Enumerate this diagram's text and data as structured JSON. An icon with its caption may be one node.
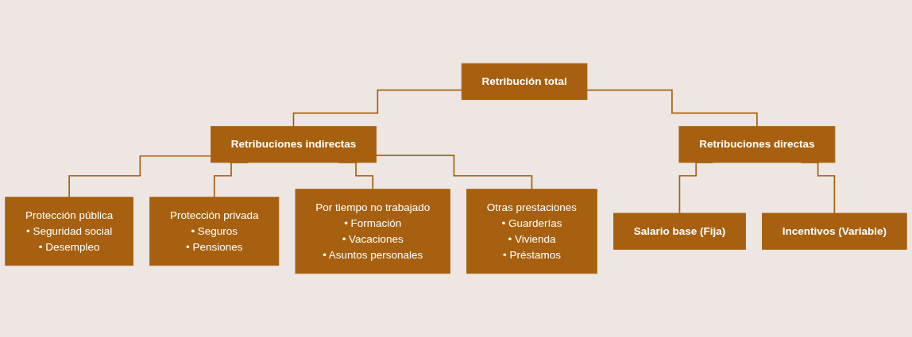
{
  "diagram": {
    "nodes": [
      {
        "text": [
          "Retribución total"
        ]
      },
      {
        "text": [
          "Retribuciones indirectas"
        ]
      },
      {
        "text": [
          "Retribuciones directas"
        ]
      },
      {
        "text": [
          "Protección pública",
          "• Seguridad social",
          "• Desempleo"
        ]
      },
      {
        "text": [
          "Protección privada",
          "• Seguros",
          "• Pensiones"
        ]
      },
      {
        "text": [
          "Por tiempo no trabajado",
          "• Formación",
          "• Vacaciones",
          "• Asuntos personales"
        ]
      },
      {
        "text": [
          "Otras prestaciones",
          "• Guarderías",
          "• Vivienda",
          "• Préstamos"
        ]
      },
      {
        "text": [
          "Salario base (Fija)"
        ]
      },
      {
        "text": [
          "Incentivos (Variable)"
        ]
      }
    ],
    "edges": [
      {
        "from": 0,
        "to": 1,
        "arrow": "none"
      },
      {
        "from": 0,
        "to": 2,
        "arrow": "none"
      },
      {
        "from": 1,
        "to": 3,
        "arrow": "none"
      },
      {
        "from": 1,
        "to": 4,
        "arrow": "none"
      },
      {
        "from": 1,
        "to": 5,
        "arrow": "none"
      },
      {
        "from": 1,
        "to": 6,
        "arrow": "none"
      },
      {
        "from": 2,
        "to": 7,
        "arrow": "none"
      },
      {
        "from": 2,
        "to": 8,
        "arrow": "none"
      }
    ]
  }
}
